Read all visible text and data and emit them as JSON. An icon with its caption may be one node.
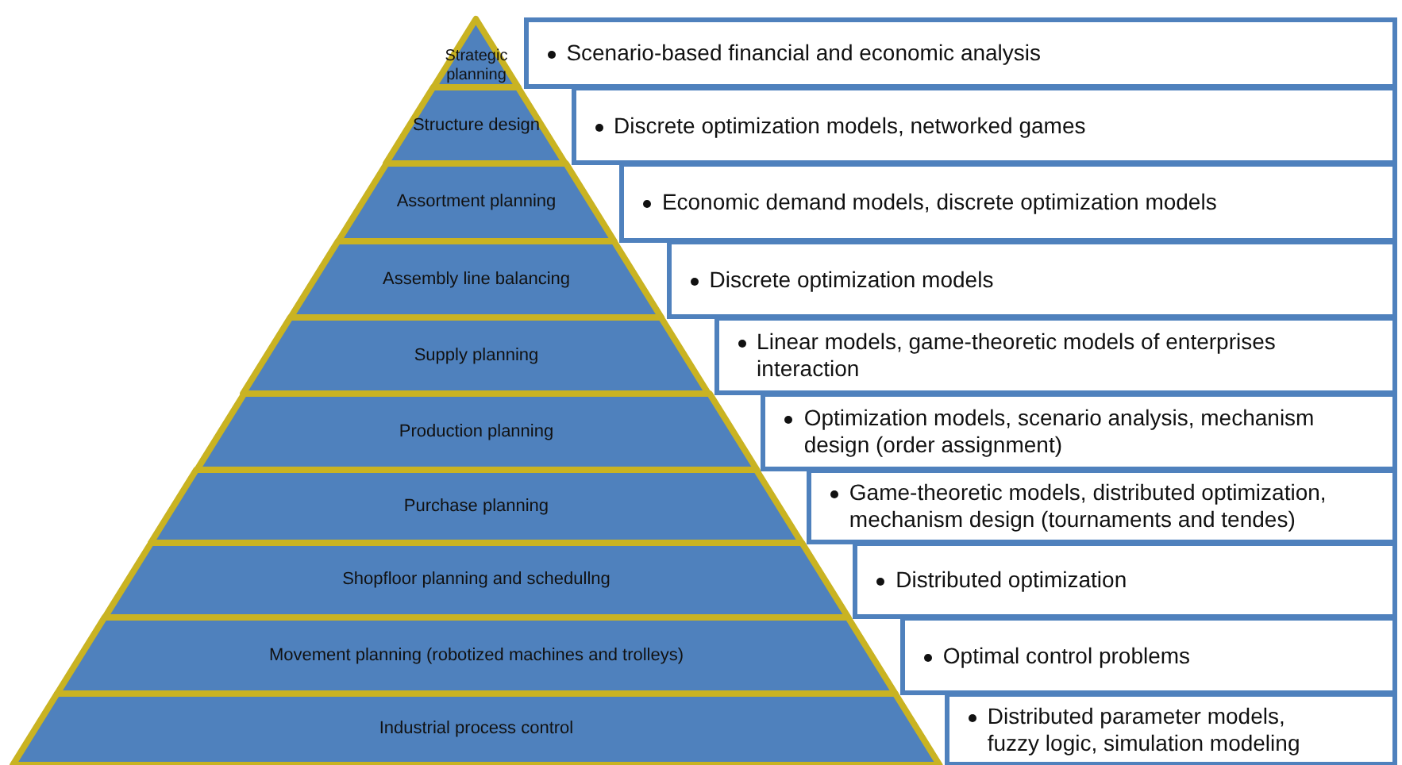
{
  "diagram": {
    "nodes": [
      {
        "text": [
          "Strategic planning"
        ]
      },
      {
        "text": [
          "Scenario-based financial and economic analysis"
        ]
      },
      {
        "text": [
          "Structure design"
        ]
      },
      {
        "text": [
          "Discrete optimization models, networked games"
        ]
      },
      {
        "text": [
          "Assortment planning"
        ]
      },
      {
        "text": [
          "Economic demand models, discrete optimization models"
        ]
      },
      {
        "text": [
          "Assembly line balancing"
        ]
      },
      {
        "text": [
          "Discrete optimization models"
        ]
      },
      {
        "text": [
          "Supply planning"
        ]
      },
      {
        "text": [
          "Linear models, game-theoretic models of enterprises interaction"
        ]
      },
      {
        "text": [
          "Production planning"
        ]
      },
      {
        "text": [
          "Optimization models, scenario analysis, mechanism design (order assignment)"
        ]
      },
      {
        "text": [
          "Purchase planning"
        ]
      },
      {
        "text": [
          "Game-theoretic models, distributed optimization, mechanism design (tournaments and tendes)"
        ]
      },
      {
        "text": [
          "Shopfloor planning and schedullng"
        ]
      },
      {
        "text": [
          "Distributed optimization"
        ]
      },
      {
        "text": [
          "Movement planning (robotized machines and trolleys)"
        ]
      },
      {
        "text": [
          "Optimal control problems"
        ]
      },
      {
        "text": [
          "Industrial process control"
        ]
      },
      {
        "text": [
          "Distributed parameter models, fuzzy logic, simulation modeling"
        ]
      }
    ]
  }
}
